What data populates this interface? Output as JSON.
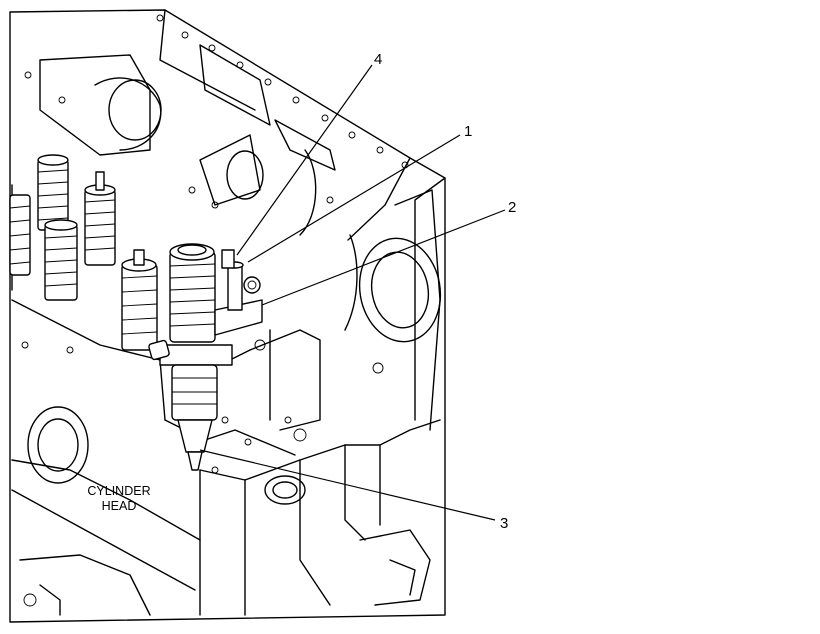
{
  "callouts": [
    {
      "id": "1",
      "text": "1"
    },
    {
      "id": "2",
      "text": "2"
    },
    {
      "id": "3",
      "text": "3"
    },
    {
      "id": "4",
      "text": "4"
    }
  ],
  "labels": {
    "cylinder_head_line1": "CYLINDER",
    "cylinder_head_line2": "HEAD"
  },
  "colors": {
    "line": "#000000",
    "background": "#ffffff"
  }
}
